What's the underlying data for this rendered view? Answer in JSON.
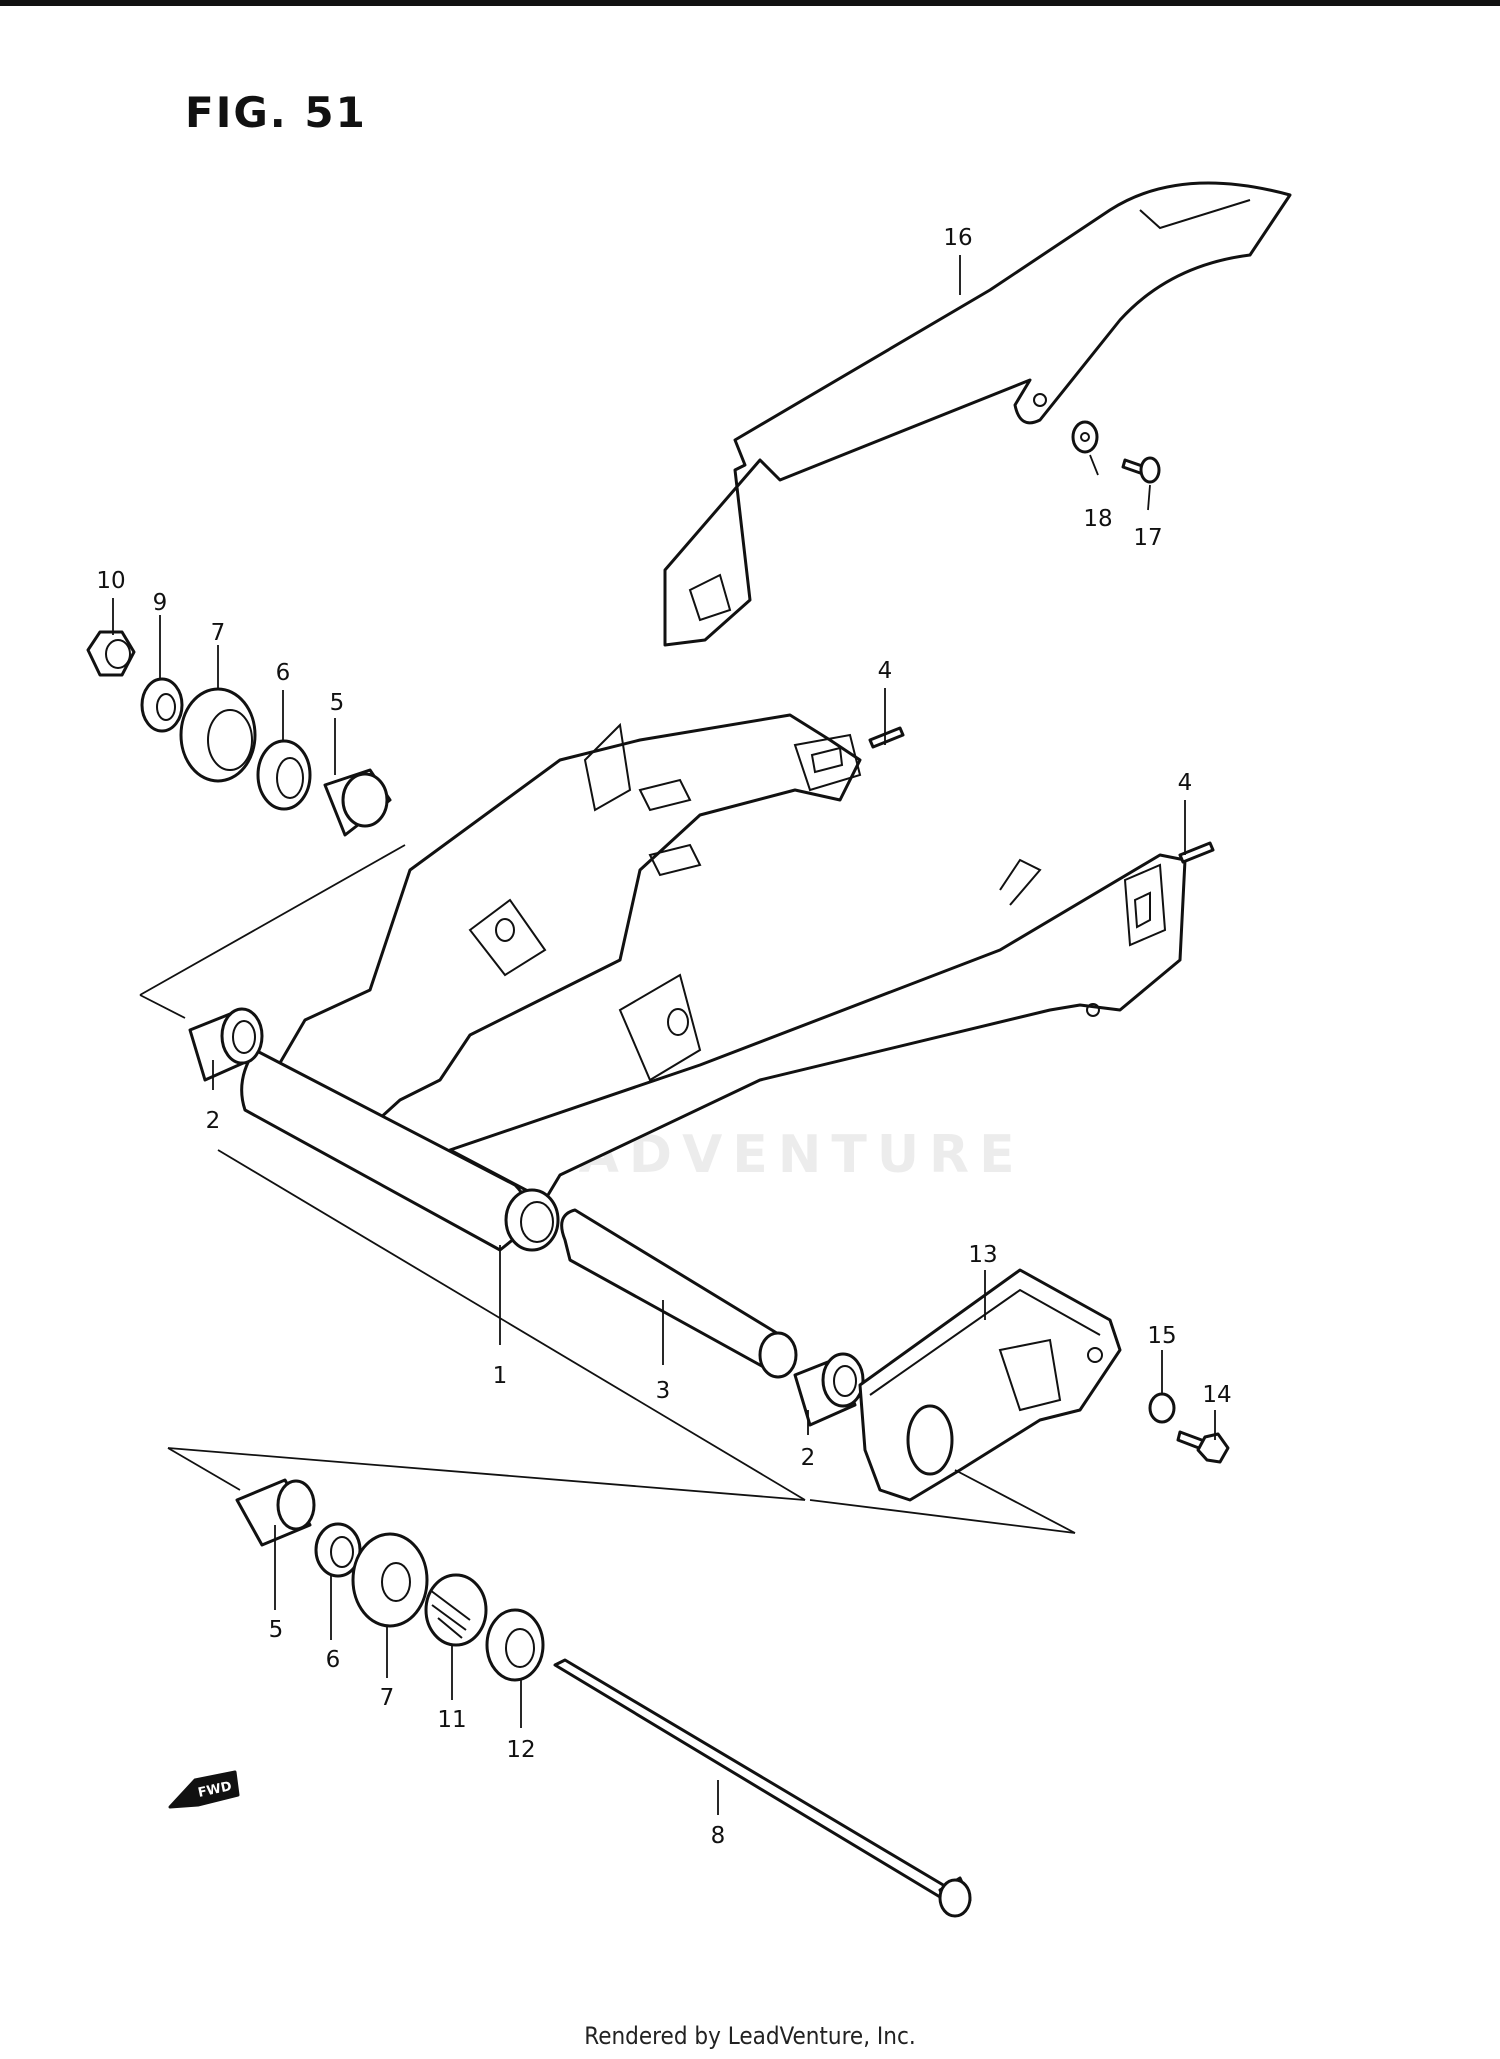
{
  "figure": {
    "title": "FIG. 51",
    "watermark": "LEADVENTURE",
    "footer": "Rendered by LeadVenture, Inc.",
    "fwd_label": "FWD"
  },
  "callouts": [
    {
      "id": "c16",
      "label": "16"
    },
    {
      "id": "c18",
      "label": "18"
    },
    {
      "id": "c17",
      "label": "17"
    },
    {
      "id": "c10",
      "label": "10"
    },
    {
      "id": "c9",
      "label": "9"
    },
    {
      "id": "c7a",
      "label": "7"
    },
    {
      "id": "c6a",
      "label": "6"
    },
    {
      "id": "c5a",
      "label": "5"
    },
    {
      "id": "c4a",
      "label": "4"
    },
    {
      "id": "c4b",
      "label": "4"
    },
    {
      "id": "c2a",
      "label": "2"
    },
    {
      "id": "c1",
      "label": "1"
    },
    {
      "id": "c3",
      "label": "3"
    },
    {
      "id": "c2b",
      "label": "2"
    },
    {
      "id": "c13",
      "label": "13"
    },
    {
      "id": "c15",
      "label": "15"
    },
    {
      "id": "c14",
      "label": "14"
    },
    {
      "id": "c5b",
      "label": "5"
    },
    {
      "id": "c6b",
      "label": "6"
    },
    {
      "id": "c7b",
      "label": "7"
    },
    {
      "id": "c11",
      "label": "11"
    },
    {
      "id": "c12",
      "label": "12"
    },
    {
      "id": "c8",
      "label": "8"
    }
  ]
}
